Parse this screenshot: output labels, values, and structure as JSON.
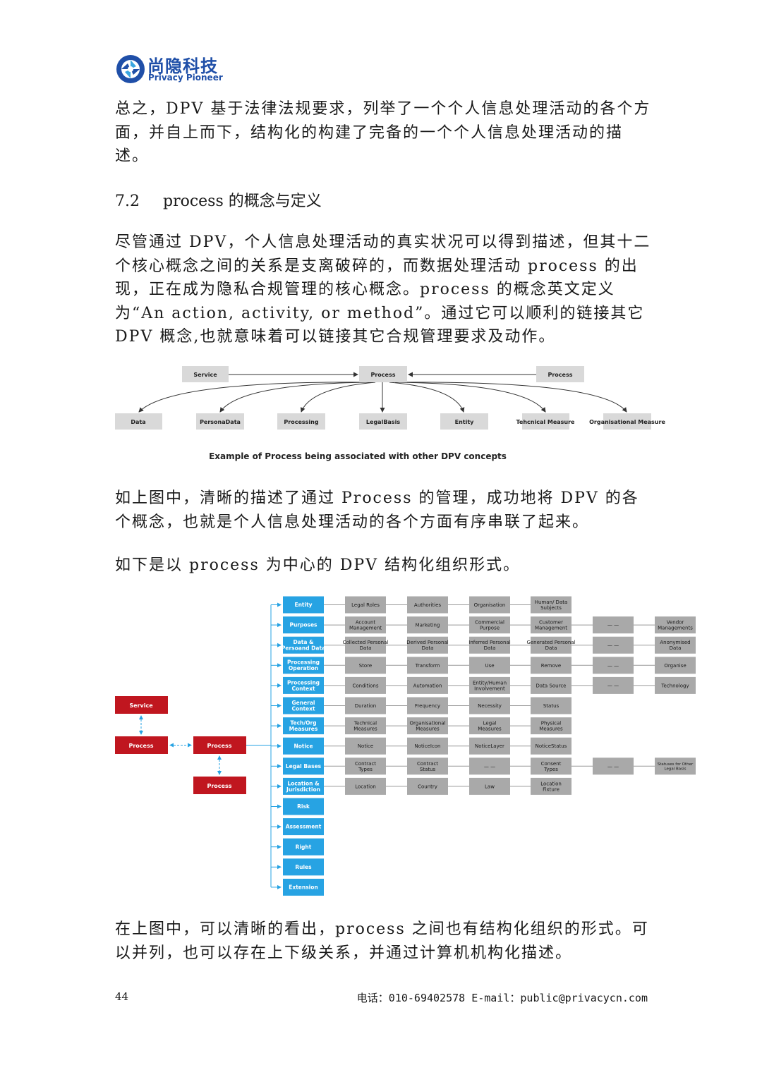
{
  "header": {
    "logo_cn": "尚隐科技",
    "logo_en": "Privacy Pioneer"
  },
  "paragraph1": "总之，DPV 基于法律法规要求，列举了一个个人信息处理活动的各个方面，并自上而下，结构化的构建了完备的一个个人信息处理活动的描述。",
  "section": {
    "number": "7.2",
    "title": "process 的概念与定义"
  },
  "paragraph2": "尽管通过 DPV，个人信息处理活动的真实状况可以得到描述，但其十二个核心概念之间的关系是支离破碎的，而数据处理活动 process 的出现，正在成为隐私合规管理的核心概念。process 的概念英文定义为“An action, activity, or method”。通过它可以顺利的链接其它 DPV 概念,也就意味着可以链接其它合规管理要求及动作。",
  "figure1": {
    "caption": "Example of Process being associated with other DPV concepts",
    "top_left": "Service",
    "center": "Process",
    "top_right": "Process",
    "bottom": [
      "Data",
      "PersonaData",
      "Processing",
      "LegalBasis",
      "Entity",
      "Tehcnical Measure",
      "Organisational Measure"
    ]
  },
  "paragraph3": "如上图中，清晰的描述了通过 Process 的管理，成功地将 DPV 的各个概念，也就是个人信息处理活动的各个方面有序串联了起来。",
  "paragraph4": "如下是以 process 为中心的 DPV 结构化组织形式。",
  "figure2": {
    "service": "Service",
    "process_left": "Process",
    "process_main": "Process",
    "process_child": "Process",
    "concepts": [
      "Entity",
      "Purposes",
      "Data & Persoand Data",
      "Processing Operation",
      "Processing Context",
      "General Context",
      "Tech/Org Measures",
      "Notice",
      "Legal Bases",
      "Location & Jurisdiction",
      "Risk",
      "Assessment",
      "Right",
      "Rules",
      "Extension"
    ],
    "rows": [
      [
        "Legal Roles",
        "Authorities",
        "Organisation",
        "Human/ Data Subjects"
      ],
      [
        "Account Management",
        "Marketing",
        "Commercial Purpose",
        "Customer Management"
      ],
      [
        "Collected Personal Data",
        "Derived Personal Data",
        "Inferred Personal Data",
        "Generated Personal Data"
      ],
      [
        "Store",
        "Transform",
        "Use",
        "Remove"
      ],
      [
        "Conditions",
        "Automation",
        "Entity/Human Involvement",
        "Data Source"
      ],
      [
        "Duration",
        "Frequency",
        "Necessity",
        "Status"
      ],
      [
        "Technical Measures",
        "Organisational Measures",
        "Legal Measures",
        "Physical Measures"
      ],
      [
        "Notice",
        "NoticeIcon",
        "NoticeLayer",
        "NoticeStatus"
      ],
      [
        "Contract Types",
        "Contract Status",
        "— —",
        "Consent Types"
      ],
      [
        "Location",
        "Country",
        "Law",
        "Location Fixture"
      ]
    ],
    "ellipsis": "— —",
    "extras": [
      {
        "row": 1,
        "label": "Vendor Managements"
      },
      {
        "row": 2,
        "label": "Anonymised Data"
      },
      {
        "row": 3,
        "label": "Organise"
      },
      {
        "row": 4,
        "label": "Technology"
      },
      {
        "row": 8,
        "label": "Statuses for Other Legal Basis"
      }
    ]
  },
  "paragraph5": "在上图中，可以清晰的看出，process 之间也有结构化组织的形式。可以并列，也可以存在上下级关系，并通过计算机机构化描述。",
  "footer": {
    "page": "44",
    "contact": "电话：010-69402578  E-mail：public@privacycn.com"
  },
  "colors": {
    "red": "#c0161f",
    "blue": "#27a3e3",
    "gray": "#a9a9a9",
    "light_gray": "#d9d9d9",
    "logo_blue": "#1f4fa8"
  }
}
